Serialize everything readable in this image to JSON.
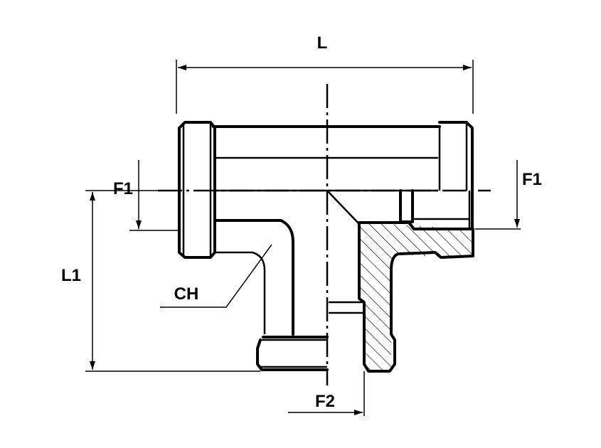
{
  "drawing": {
    "labels": {
      "L": "L",
      "F1_left": "F1",
      "F1_right": "F1",
      "L1": "L1",
      "CH": "CH",
      "F2": "F2"
    }
  }
}
